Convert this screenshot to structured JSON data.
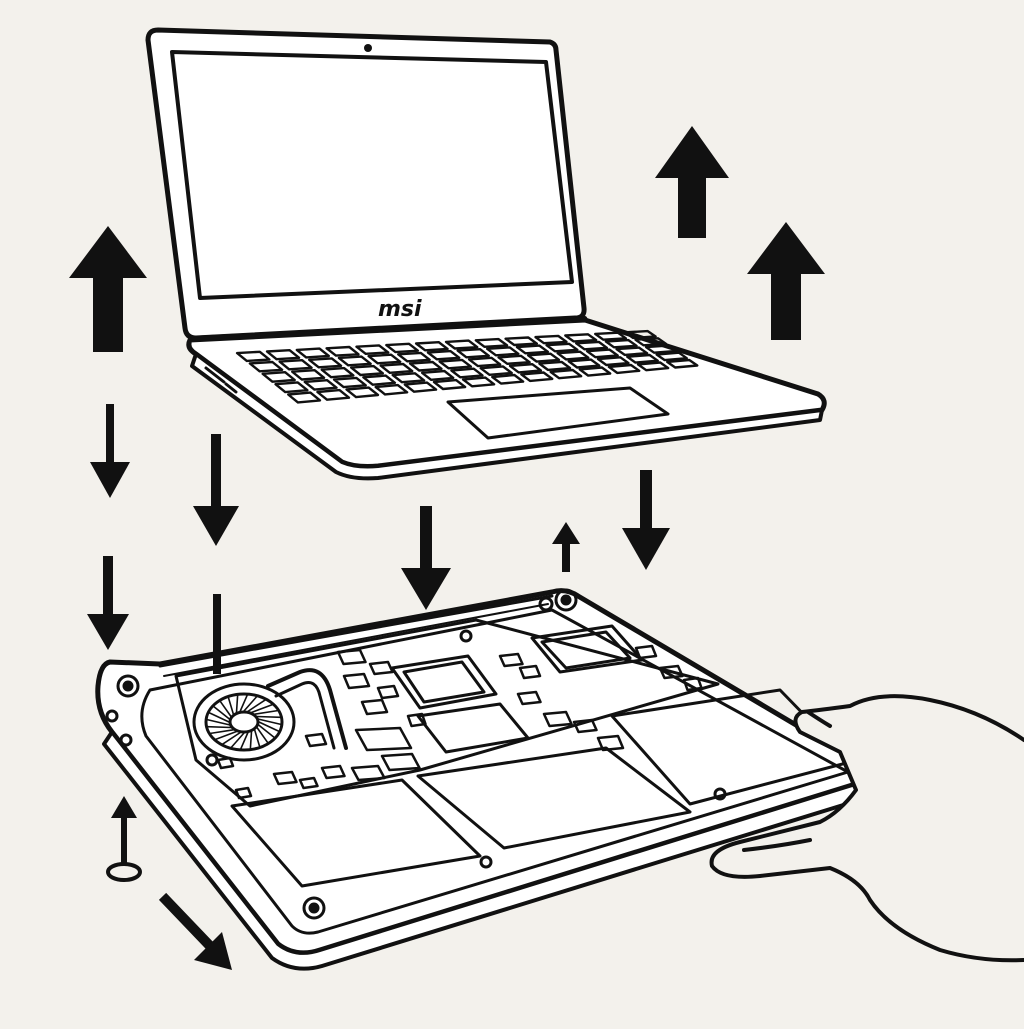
{
  "diagram": {
    "brand_logo_text": "msi",
    "colors": {
      "background": "#f3f1ec",
      "ink": "#111111",
      "paper": "#ffffff"
    },
    "parts": {
      "upper_unit": "laptop-upper-assembly",
      "lower_unit": "laptop-bottom-chassis",
      "components": [
        "cooling-fan",
        "heat-pipe",
        "cpu-chip",
        "ram-module",
        "storage-module",
        "mounting-screws"
      ]
    },
    "arrows": {
      "up": 5,
      "down": 7,
      "diagonal": 1
    }
  }
}
